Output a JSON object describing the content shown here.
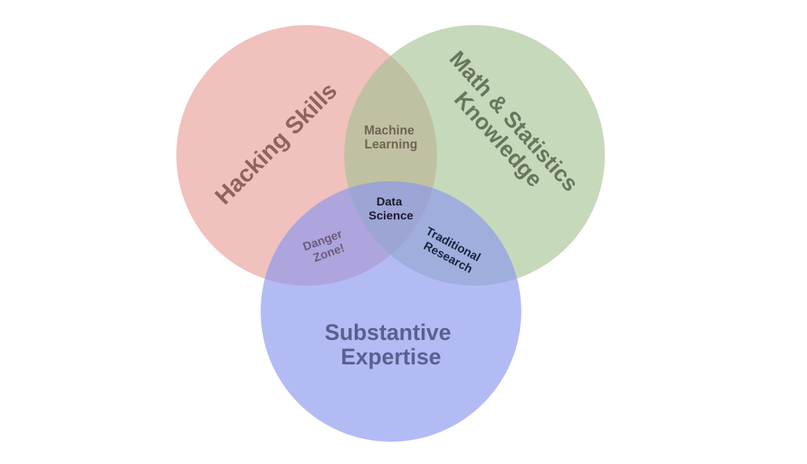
{
  "diagram": {
    "type": "venn",
    "sets": [
      {
        "id": "hacking",
        "label": "Hacking Skills",
        "color": "#e8a09a"
      },
      {
        "id": "math",
        "label_lines": [
          "Math & Statistics",
          "Knowledge"
        ],
        "color": "#a3c191"
      },
      {
        "id": "substantive",
        "label_lines": [
          "Substantive",
          "Expertise"
        ],
        "color": "#8a97f0"
      }
    ],
    "intersections": [
      {
        "id": "machine-learning",
        "sets": [
          "hacking",
          "math"
        ],
        "label_lines": [
          "Machine",
          "Learning"
        ]
      },
      {
        "id": "danger-zone",
        "sets": [
          "hacking",
          "substantive"
        ],
        "label_lines": [
          "Danger",
          "Zone!"
        ]
      },
      {
        "id": "traditional-research",
        "sets": [
          "math",
          "substantive"
        ],
        "label_lines": [
          "Traditional",
          "Research"
        ]
      },
      {
        "id": "data-science",
        "sets": [
          "hacking",
          "math",
          "substantive"
        ],
        "label_lines": [
          "Data",
          "Science"
        ]
      }
    ]
  }
}
